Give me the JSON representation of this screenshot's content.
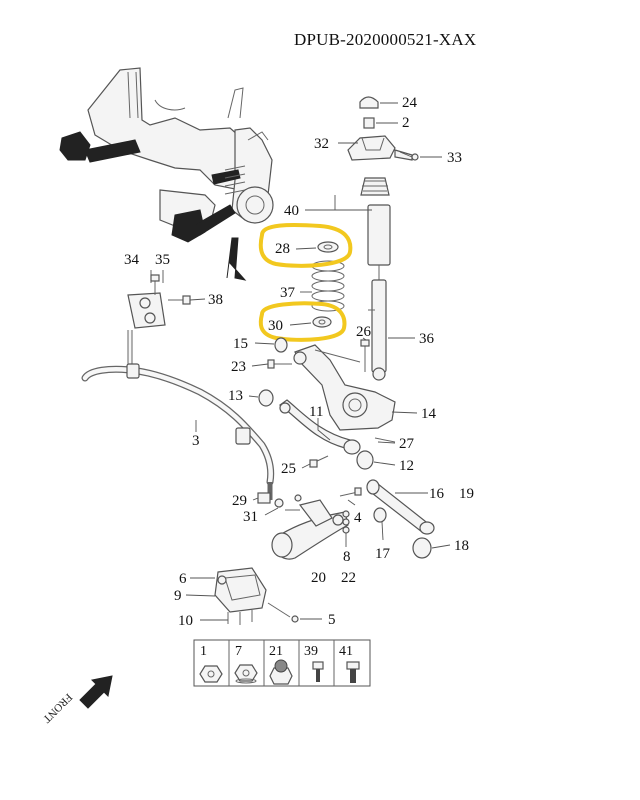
{
  "diagram": {
    "reference_code": "DPUB-2020000521-XAX",
    "callouts": {
      "c24": "24",
      "c2": "2",
      "c32": "32",
      "c33": "33",
      "c40": "40",
      "c28": "28",
      "c37": "37",
      "c30": "30",
      "c26": "26",
      "c36": "36",
      "c34": "34",
      "c35": "35",
      "c38": "38",
      "c15": "15",
      "c23": "23",
      "c13": "13",
      "c11": "11",
      "c14": "14",
      "c3": "3",
      "c27": "27",
      "c25": "25",
      "c12": "12",
      "c29": "29",
      "c31": "31",
      "c4": "4",
      "c16": "16",
      "c19": "19",
      "c17": "17",
      "c18": "18",
      "c8": "8",
      "c20": "20",
      "c22": "22",
      "c6": "6",
      "c9": "9",
      "c10": "10",
      "c5": "5"
    },
    "fastener_legend": [
      "1",
      "7",
      "21",
      "39",
      "41"
    ],
    "front_label": "FRONT",
    "highlight_color": "#f2c81f"
  }
}
